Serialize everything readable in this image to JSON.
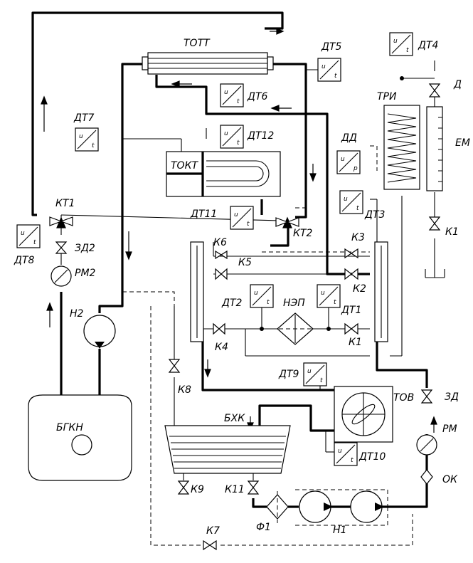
{
  "components": {
    "tott": "ТОТТ",
    "tokt": "ТОКТ",
    "tri": "ТРИ",
    "d_partial": "Д",
    "em_partial": "ЕМ",
    "bgkn": "БГКН",
    "bhk": "БХК",
    "tov": "ТОВ",
    "nep": "НЭП",
    "n1": "Н1",
    "n2": "Н2",
    "f1": "Ф1",
    "ok": "ОК",
    "rm": "РМ",
    "rm2": "РМ2",
    "zd": "ЗД",
    "zd2": "ЗД2",
    "dd": "ДД"
  },
  "sensors": {
    "dt1": "ДТ1",
    "dt2": "ДТ2",
    "dt3": "ДТ3",
    "dt4": "ДТ4",
    "dt5": "ДТ5",
    "dt6": "ДТ6",
    "dt7": "ДТ7",
    "dt8": "ДТ8",
    "dt9": "ДТ9",
    "dt10": "ДТ10",
    "dt11": "ДТ11",
    "dt12": "ДТ12"
  },
  "valves": {
    "kt1": "КТ1",
    "kt2": "КТ2",
    "k1": "К1",
    "k2": "К2",
    "k3": "К3",
    "k4": "К4",
    "k5": "К5",
    "k6": "К6",
    "k7": "К7",
    "k8": "К8",
    "k9": "К9",
    "k11": "К11",
    "k1_partial": "К1"
  },
  "sensor_symbol": {
    "top": "u",
    "bottom": "t",
    "bottom_pressure": "p"
  }
}
